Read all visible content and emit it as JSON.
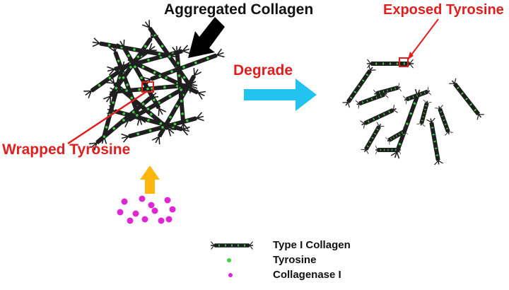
{
  "labels": {
    "aggregated_collagen": "Aggregated Collagen",
    "exposed_tyrosine": "Exposed Tyrosine",
    "degrade": "Degrade",
    "wrapped_tyrosine": "Wrapped Tyrosine"
  },
  "legend": {
    "type_i_collagen": "Type I Collagen",
    "tyrosine": "Tyrosine",
    "collagenase_i": "Collagenase I"
  },
  "colors": {
    "label_black": "#111111",
    "label_red": "#e01e1e",
    "fibril": "#1f1f1f",
    "tyrosine": "#43d14a",
    "collagenase": "#e026d3",
    "degrade_arrow": "#22c4ef",
    "enzyme_arrow": "#ffb60d",
    "pointer_arrow": "#000000",
    "highlight": "#e01e1e"
  }
}
